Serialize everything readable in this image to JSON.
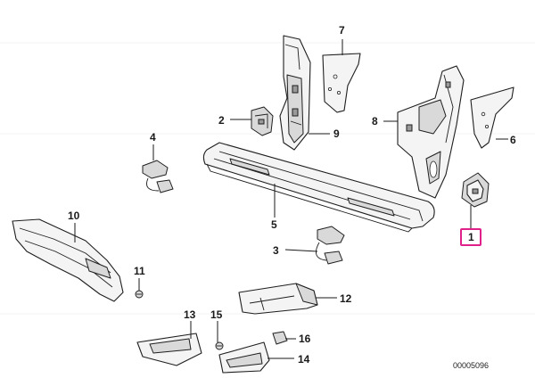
{
  "diagram": {
    "watermark": "",
    "document_id": "00005096",
    "highlight_color": "#e0218a",
    "callouts": [
      {
        "id": "1",
        "label": "1",
        "highlighted": true
      },
      {
        "id": "2",
        "label": "2"
      },
      {
        "id": "3",
        "label": "3"
      },
      {
        "id": "4",
        "label": "4"
      },
      {
        "id": "5",
        "label": "5"
      },
      {
        "id": "6",
        "label": "6"
      },
      {
        "id": "7",
        "label": "7"
      },
      {
        "id": "8",
        "label": "8"
      },
      {
        "id": "9",
        "label": "9"
      },
      {
        "id": "10",
        "label": "10"
      },
      {
        "id": "11",
        "label": "11"
      },
      {
        "id": "12",
        "label": "12"
      },
      {
        "id": "13",
        "label": "13"
      },
      {
        "id": "14",
        "label": "14"
      },
      {
        "id": "15",
        "label": "15"
      },
      {
        "id": "16",
        "label": "16"
      }
    ]
  }
}
